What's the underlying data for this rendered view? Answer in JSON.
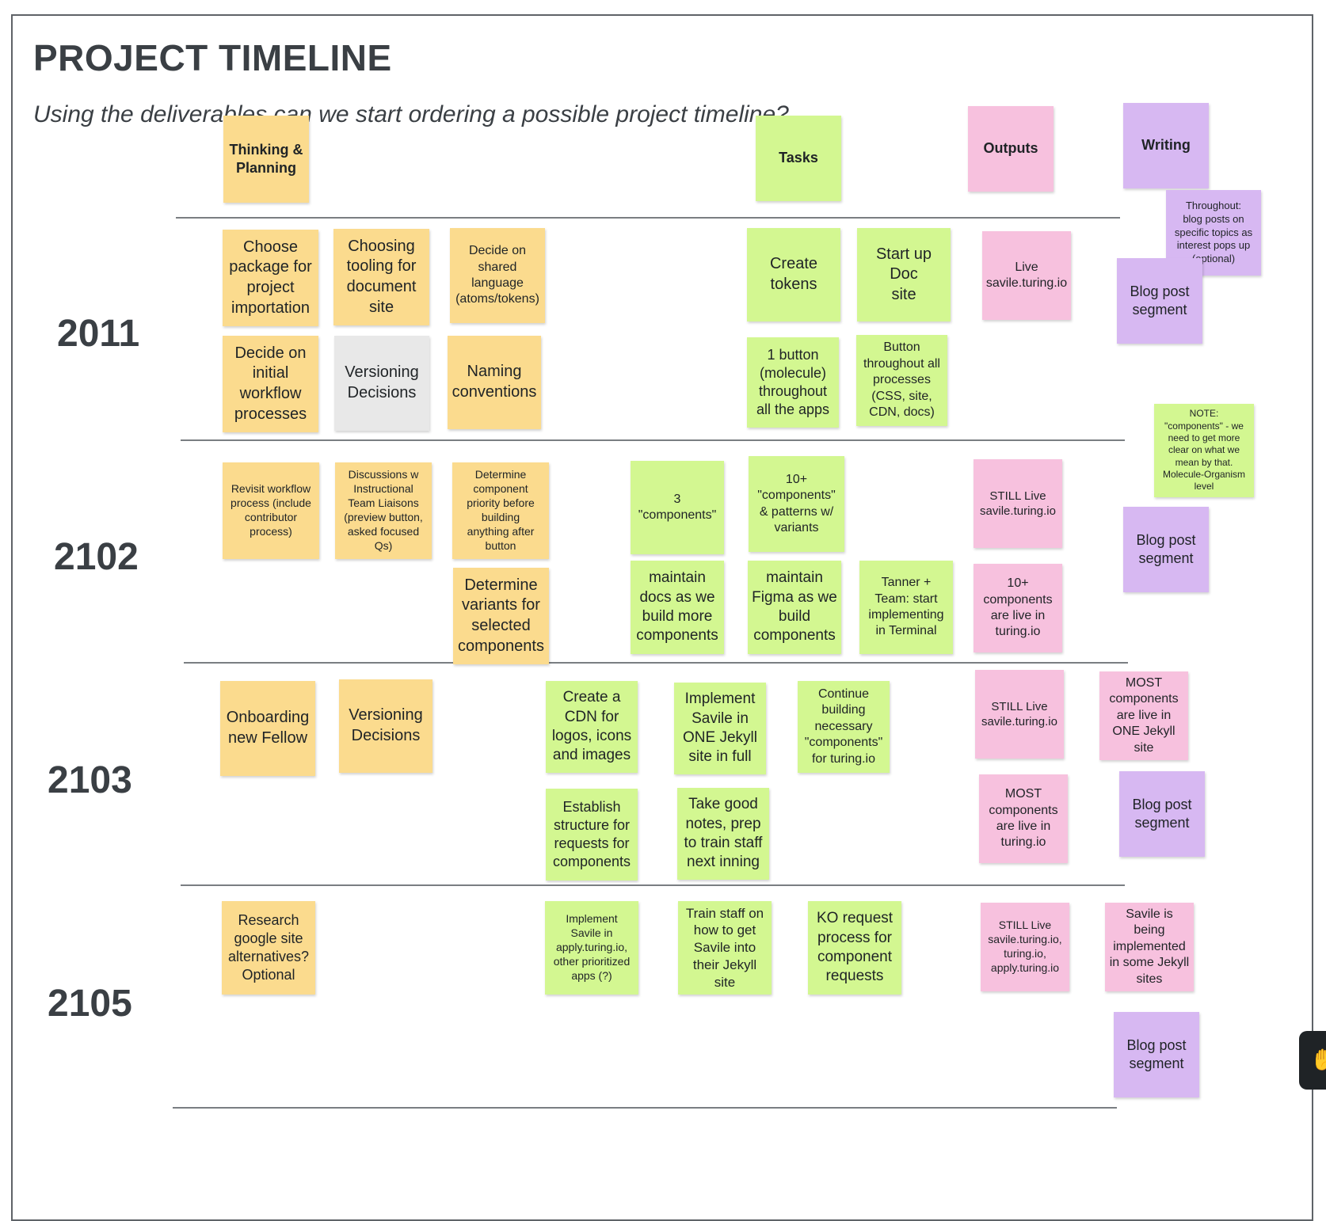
{
  "board": {
    "title": "PROJECT TIMELINE",
    "subtitle": "Using the deliverables can we start ordering a possible project timeline?"
  },
  "headers": {
    "thinking": "Thinking &\nPlanning",
    "tasks": "Tasks",
    "outputs": "Outputs",
    "writing": "Writing"
  },
  "rows": {
    "r2011": "2011",
    "r2102": "2102",
    "r2103": "2103",
    "r2105": "2105"
  },
  "notes": {
    "choose_package": "Choose\npackage for\nproject\nimportation",
    "choosing_tooling": "Choosing\ntooling for\ndocument\nsite",
    "shared_language": "Decide on\nshared\nlanguage\n(atoms/tokens)",
    "create_tokens": "Create\ntokens",
    "start_doc_site": "Start up Doc\nsite",
    "live_savile": "Live\nsavile.turing.io",
    "throughout_note": "Throughout:\nblog posts on\nspecific topics as\ninterest pops up\n(optional)",
    "blog_2011": "Blog post\nsegment",
    "initial_workflow": "Decide on\ninitial\nworkflow\nprocesses",
    "versioning_2011": "Versioning\nDecisions",
    "naming": "Naming\nconventions",
    "one_button": "1 button\n(molecule)\nthroughout\nall the apps",
    "button_throughout": "Button\nthroughout all\nprocesses\n(CSS, site,\nCDN, docs)",
    "components_note": "NOTE:\n\"components\" - we\nneed to get more\nclear on what we\nmean by that.\nMolecule-Organism\nlevel",
    "revisit_workflow": "Revisit workflow\nprocess (include\ncontributor\nprocess)",
    "discussions": "Discussions w\nInstructional\nTeam Liaisons\n(preview button,\nasked focused\nQs)",
    "priority": "Determine\ncomponent\npriority before\nbuilding\nanything after\nbutton",
    "three_components": "3\n\"components\"",
    "ten_components": "10+\n\"components\"\n& patterns w/\nvariants",
    "still_live_2102": "STILL Live\nsavile.turing.io",
    "blog_2102": "Blog post\nsegment",
    "variants": "Determine\nvariants for\nselected\ncomponents",
    "maintain_docs": "maintain\ndocs as we\nbuild more\ncomponents",
    "maintain_figma": "maintain\nFigma as we\nbuild\ncomponents",
    "tanner": "Tanner +\nTeam: start\nimplementing\nin Terminal",
    "ten_live": "10+\ncomponents\nare live in\nturing.io",
    "onboarding": "Onboarding\nnew Fellow",
    "versioning_2103": "Versioning\nDecisions",
    "cdn": "Create a\nCDN for\nlogos, icons\nand images",
    "implement_one": "Implement\nSavile in\nONE Jekyll\nsite in full",
    "continue_building": "Continue\nbuilding\nnecessary\n\"components\"\nfor turing.io",
    "still_live_2103": "STILL Live\nsavile.turing.io",
    "most_jekyll": "MOST\ncomponents\nare live in\nONE Jekyll\nsite",
    "establish": "Establish\nstructure for\nrequests for\ncomponents",
    "good_notes": "Take good\nnotes, prep\nto train staff\nnext inning",
    "most_turing": "MOST\ncomponents\nare live in\nturing.io",
    "blog_2103": "Blog post\nsegment",
    "research_google": "Research\ngoogle site\nalternatives?\nOptional",
    "implement_apply": "Implement\nSavile in\napply.turing.io,\nother prioritized\napps (?)",
    "train_staff": "Train staff on\nhow to get\nSavile into\ntheir Jekyll\nsite",
    "ko_request": "KO request\nprocess for\ncomponent\nrequests",
    "still_live_2105": "STILL Live\nsavile.turing.io,\nturing.io,\napply.turing.io",
    "savile_some": "Savile is\nbeing\nimplemented\nin some Jekyll\nsites",
    "blog_2105": "Blog post\nsegment"
  },
  "colors": {
    "yellow": "#fbdb8e",
    "green": "#d3f791",
    "pink": "#f7c1de",
    "purple": "#d7b8f2",
    "grey": "#e8e8e8"
  },
  "icons": {
    "scroll_handle": "hand-icon"
  }
}
